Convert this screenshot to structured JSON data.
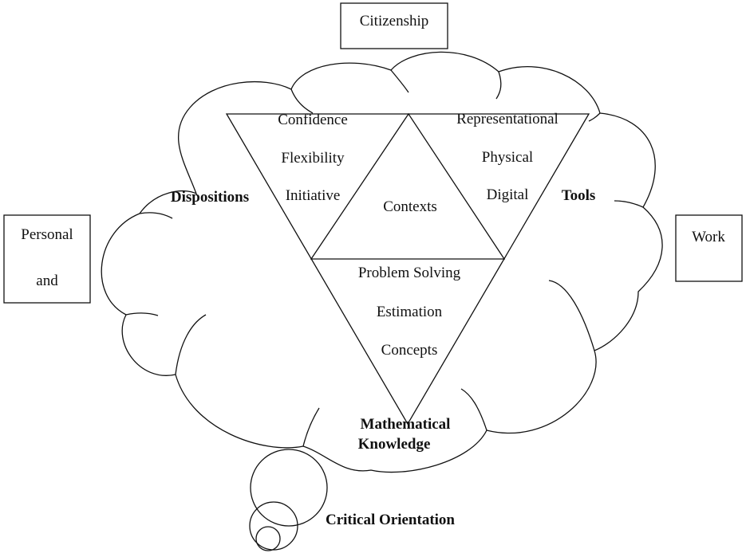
{
  "contexts": {
    "citizenship": "Citizenship",
    "personal_line1": "Personal",
    "personal_line2": "and",
    "work": "Work"
  },
  "elements": {
    "dispositions": {
      "label": "Dispositions",
      "items": [
        "Confidence",
        "Flexibility",
        "Initiative"
      ]
    },
    "tools": {
      "label": "Tools",
      "items": [
        "Representational",
        "Physical",
        "Digital"
      ]
    },
    "mathematical_knowledge": {
      "label_line1": "Mathematical",
      "label_line2": "Knowledge",
      "items": [
        "Problem Solving",
        "Estimation",
        "Concepts"
      ]
    },
    "center": "Contexts",
    "critical_orientation": "Critical Orientation"
  }
}
